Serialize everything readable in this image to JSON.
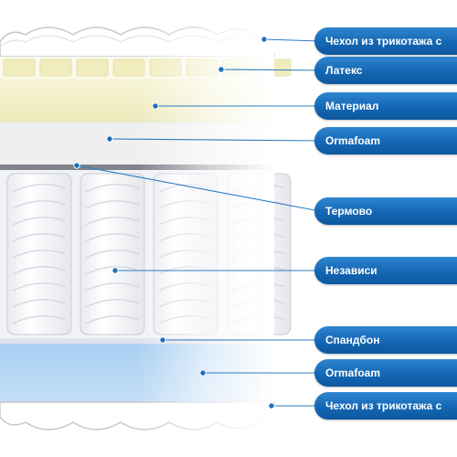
{
  "labels": [
    {
      "id": "cover-top",
      "text": "Чехол из трикотажа с"
    },
    {
      "id": "latex",
      "text": "Латекс"
    },
    {
      "id": "material",
      "text": "Материал"
    },
    {
      "id": "ormafoam-top",
      "text": "Ormafoam"
    },
    {
      "id": "thermo",
      "text": "Термово"
    },
    {
      "id": "springs",
      "text": "Независи"
    },
    {
      "id": "spandbond",
      "text": "Спандбон"
    },
    {
      "id": "ormafoam-bottom",
      "text": "Ormafoam"
    },
    {
      "id": "cover-bottom",
      "text": "Чехол из трикотажа с"
    }
  ],
  "colors": {
    "tag": "#1a6dba",
    "leader": "#2c7bc4",
    "dot": "#1f6fbd",
    "latex": "#f3f0c8",
    "foam_blue": "#b8d8f5",
    "ormafoam_top": "#eeeeee",
    "felt": "#7d7f88"
  }
}
